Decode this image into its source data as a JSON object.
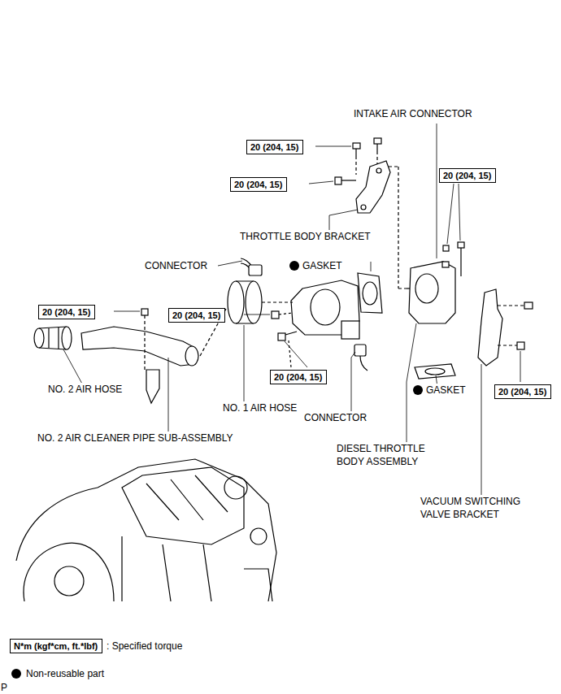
{
  "diagram": {
    "nodes": [
      {
        "text": [
          "20 (204, 15)"
        ]
      },
      {
        "text": [
          "20 (204, 15)"
        ]
      },
      {
        "text": [
          "20 (204, 15)"
        ]
      },
      {
        "text": [
          "20 (204, 15)"
        ]
      },
      {
        "text": [
          "20 (204, 15)"
        ]
      },
      {
        "text": [
          "20 (204, 15)"
        ]
      },
      {
        "text": [
          "20 (204, 15)"
        ]
      },
      {
        "text": [
          "N*m (kgf*cm, ft.*lbf)"
        ]
      }
    ],
    "labels": [
      "INTAKE AIR CONNECTOR",
      "THROTTLE BODY BRACKET",
      "CONNECTOR",
      "GASKET",
      "NO. 2 AIR HOSE",
      "NO. 1 AIR HOSE",
      "NO. 2 AIR CLEANER PIPE SUB-ASSEMBLY",
      "CONNECTOR",
      "GASKET",
      "DIESEL THROTTLE BODY ASSEMBLY",
      "VACUUM SWITCHING VALVE BRACKET",
      "P"
    ],
    "legend": [
      {
        "text": ": Specified torque"
      },
      {
        "text": "Non-reusable part"
      }
    ]
  }
}
